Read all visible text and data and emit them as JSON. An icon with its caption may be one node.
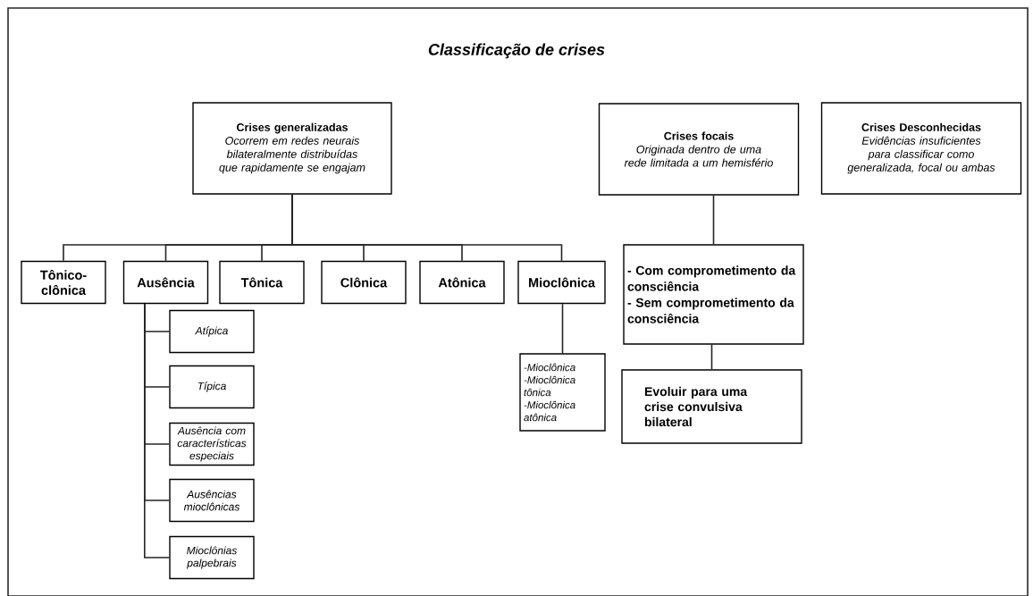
{
  "diagram": {
    "title": "Classificação de crises",
    "nodes": [
      {
        "text": [
          "Crises generalizadas",
          "Ocorrem em redes neurais bilateralmente distribuídas que rapidamente se engajam"
        ]
      },
      {
        "text": [
          "Crises focais",
          "Originada dentro de uma rede limitada a um hemisfério"
        ]
      },
      {
        "text": [
          "Crises Desconhecidas",
          "Evidências insuficientes para classificar como generalizada, focal ou ambas"
        ]
      },
      {
        "text": [
          "Tônico-clônica"
        ]
      },
      {
        "text": [
          "Ausência"
        ]
      },
      {
        "text": [
          "Tônica"
        ]
      },
      {
        "text": [
          "Clônica"
        ]
      },
      {
        "text": [
          "Atônica"
        ]
      },
      {
        "text": [
          "Mioclônica"
        ]
      },
      {
        "text": [
          "Atípica"
        ]
      },
      {
        "text": [
          "Típica"
        ]
      },
      {
        "text": [
          "Ausência com características especiais"
        ]
      },
      {
        "text": [
          "Ausências mioclônicas"
        ]
      },
      {
        "text": [
          "Mioclônias palpebrais"
        ]
      },
      {
        "text": [
          "-Mioclônica",
          "-Mioclônica tônica",
          "-Mioclônica atônica"
        ]
      },
      {
        "text": [
          "- Com comprometimento da consciência",
          "- Sem comprometimento da consciência"
        ]
      },
      {
        "text": [
          "Evoluir para uma crise convulsiva bilateral"
        ]
      }
    ],
    "edges": [
      {
        "from": 0,
        "to": 3,
        "arrow": "none"
      },
      {
        "from": 0,
        "to": 4,
        "arrow": "none"
      },
      {
        "from": 0,
        "to": 5,
        "arrow": "none"
      },
      {
        "from": 0,
        "to": 6,
        "arrow": "none"
      },
      {
        "from": 0,
        "to": 7,
        "arrow": "none"
      },
      {
        "from": 0,
        "to": 8,
        "arrow": "none"
      },
      {
        "from": 4,
        "to": 9,
        "arrow": "none"
      },
      {
        "from": 4,
        "to": 10,
        "arrow": "none"
      },
      {
        "from": 4,
        "to": 11,
        "arrow": "none"
      },
      {
        "from": 4,
        "to": 12,
        "arrow": "none"
      },
      {
        "from": 4,
        "to": 13,
        "arrow": "none"
      },
      {
        "from": 8,
        "to": 14,
        "arrow": "none"
      },
      {
        "from": 1,
        "to": 15,
        "arrow": "none"
      },
      {
        "from": 15,
        "to": 16,
        "arrow": "none"
      }
    ]
  }
}
